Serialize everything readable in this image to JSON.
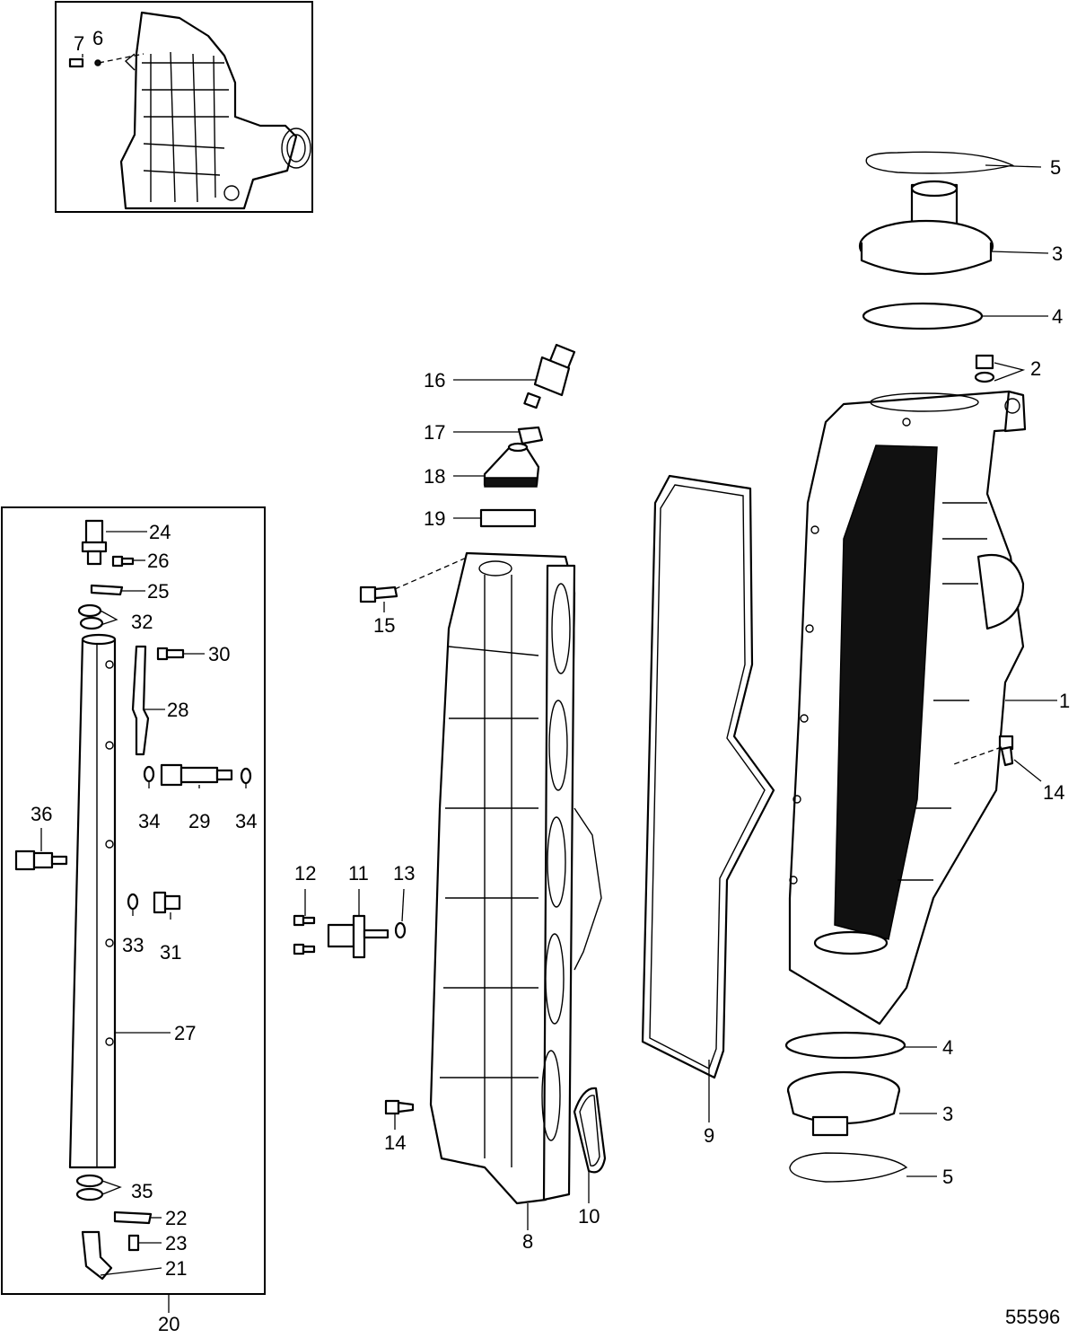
{
  "diagram_id": "55596",
  "callouts": {
    "c1": "1",
    "c2": "2",
    "c3a": "3",
    "c3b": "3",
    "c4a": "4",
    "c4b": "4",
    "c5a": "5",
    "c5b": "5",
    "c6": "6",
    "c7": "7",
    "c8": "8",
    "c9": "9",
    "c10": "10",
    "c11": "11",
    "c12": "12",
    "c13": "13",
    "c14a": "14",
    "c14b": "14",
    "c15": "15",
    "c16": "16",
    "c17": "17",
    "c18": "18",
    "c19": "19",
    "c20": "20",
    "c21": "21",
    "c22": "22",
    "c23": "23",
    "c24": "24",
    "c25": "25",
    "c26": "26",
    "c27": "27",
    "c28": "28",
    "c29": "29",
    "c30": "30",
    "c31": "31",
    "c32": "32",
    "c33": "33",
    "c34a": "34",
    "c34b": "34",
    "c35": "35",
    "c36": "36"
  }
}
